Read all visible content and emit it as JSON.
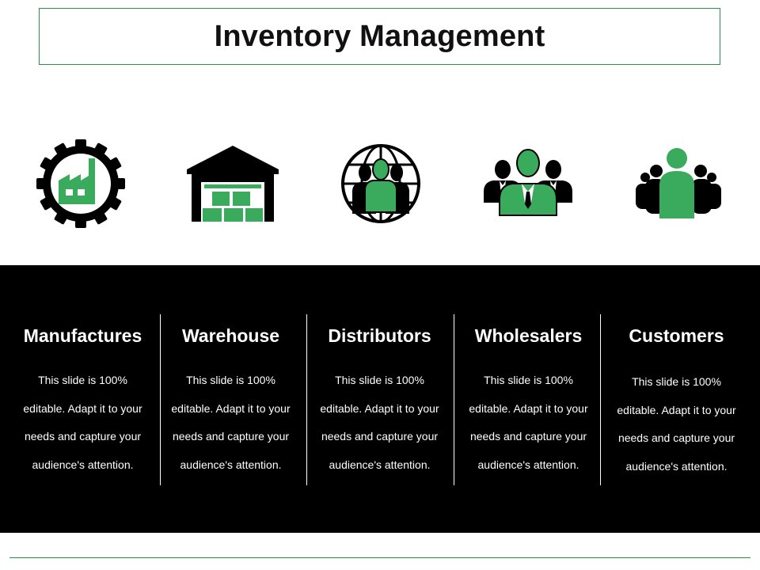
{
  "title": "Inventory Management",
  "colors": {
    "accent": "#3aaa5c",
    "rule": "#2f8f47",
    "band": "#000000"
  },
  "columns": [
    {
      "heading": "Manufactures",
      "icon": "factory-gear-icon",
      "text": "This slide is 100% editable. Adapt it to your needs and capture your audience's attention."
    },
    {
      "heading": "Warehouse",
      "icon": "warehouse-icon",
      "text": "This slide is 100% editable. Adapt it to your needs and capture your audience's attention."
    },
    {
      "heading": "Distributors",
      "icon": "global-people-icon",
      "text": "This slide is 100% editable. Adapt it to your needs and capture your audience's attention."
    },
    {
      "heading": "Wholesalers",
      "icon": "business-team-icon",
      "text": "This slide is 100% editable. Adapt it to your needs and capture your audience's attention."
    },
    {
      "heading": "Customers",
      "icon": "customers-group-icon",
      "text": "This slide is 100% editable. Adapt it to your needs and capture your audience's attention."
    }
  ]
}
